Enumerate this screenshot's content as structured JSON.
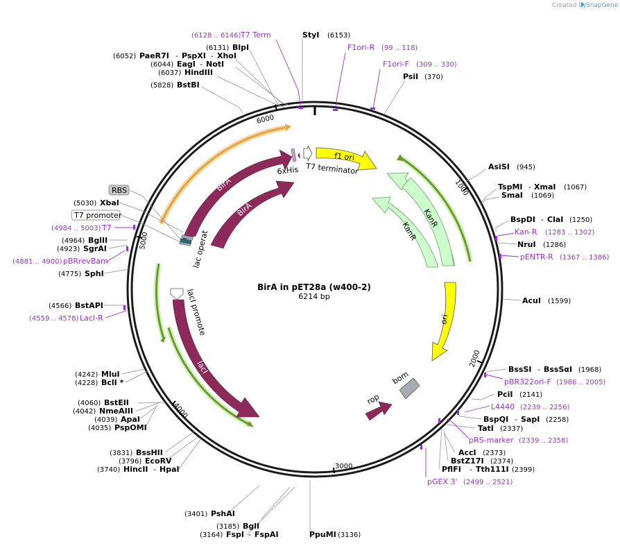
{
  "credit": {
    "created_by": "Created by",
    "brand": "SnapGene"
  },
  "plasmid": {
    "name": "BirA in pET28a (w400-2)",
    "size": "6214 bp",
    "length": 6214
  },
  "ticks": [
    "1000",
    "2000",
    "3000",
    "4000",
    "5000",
    "6000"
  ],
  "sites": [
    {
      "id": "styi",
      "name": "StyI",
      "pos": "(6153)",
      "bp": 6153
    },
    {
      "id": "blpi",
      "name": "BlpI",
      "pos": "(6131)",
      "bp": 6131
    },
    {
      "id": "paer7i",
      "name": "PaeR7I",
      "pos": "(6052)",
      "bp": 6052,
      "extra": [
        "PspXI",
        "XhoI"
      ]
    },
    {
      "id": "eagi",
      "name": "EagI",
      "pos": "(6044)",
      "bp": 6044,
      "extra": [
        "NotI"
      ]
    },
    {
      "id": "hindiii",
      "name": "HindIII",
      "pos": "(6037)",
      "bp": 6037
    },
    {
      "id": "bstbi",
      "name": "BstBI",
      "pos": "(5828)",
      "bp": 5828
    },
    {
      "id": "psii",
      "name": "PsiI",
      "pos": "(370)",
      "bp": 370
    },
    {
      "id": "asisi",
      "name": "AsiSI",
      "pos": "(945)",
      "bp": 945
    },
    {
      "id": "tspmi",
      "name": "TspMI",
      "pos": "(1067)",
      "bp": 1067,
      "extra": [
        "XmaI"
      ]
    },
    {
      "id": "smai",
      "name": "SmaI",
      "pos": "(1069)",
      "bp": 1069
    },
    {
      "id": "bspdi",
      "name": "BspDI",
      "pos": "(1250)",
      "bp": 1250,
      "extra": [
        "ClaI"
      ]
    },
    {
      "id": "nrui",
      "name": "NruI",
      "pos": "(1286)",
      "bp": 1286
    },
    {
      "id": "acui",
      "name": "AcuI",
      "pos": "(1599)",
      "bp": 1599
    },
    {
      "id": "bsssi",
      "name": "BssSI",
      "pos": "(1968)",
      "bp": 1968,
      "extra": [
        "BssSαI"
      ]
    },
    {
      "id": "pcii",
      "name": "PciI",
      "pos": "(2141)",
      "bp": 2141
    },
    {
      "id": "bspqi",
      "name": "BspQI",
      "pos": "(2258)",
      "bp": 2258,
      "extra": [
        "SapI"
      ]
    },
    {
      "id": "tati",
      "name": "TatI",
      "pos": "(2337)",
      "bp": 2337
    },
    {
      "id": "acci",
      "name": "AccI",
      "pos": "(2373)",
      "bp": 2373
    },
    {
      "id": "bstz17i",
      "name": "BstZ17I",
      "pos": "(2374)",
      "bp": 2374
    },
    {
      "id": "pflfi",
      "name": "PflFI",
      "pos": "(2399)",
      "bp": 2399,
      "extra": [
        "Tth111I"
      ]
    },
    {
      "id": "ppumi",
      "name": "PpuMI",
      "pos": "(3136)",
      "bp": 3136
    },
    {
      "id": "bgli",
      "name": "BglI",
      "pos": "(3185)",
      "bp": 3185
    },
    {
      "id": "fspi",
      "name": "FspI",
      "pos": "(3164)",
      "bp": 3164,
      "extra": [
        "FspAI"
      ]
    },
    {
      "id": "pshai",
      "name": "PshAI",
      "pos": "(3401)",
      "bp": 3401
    },
    {
      "id": "bsshii",
      "name": "BssHII",
      "pos": "(3831)",
      "bp": 3831
    },
    {
      "id": "ecorv",
      "name": "EcoRV",
      "pos": "(3796)",
      "bp": 3796
    },
    {
      "id": "hincii",
      "name": "HincII",
      "pos": "(3740)",
      "bp": 3740,
      "extra": [
        "HpaI"
      ]
    },
    {
      "id": "bsteii",
      "name": "BstEII",
      "pos": "(4060)",
      "bp": 4060
    },
    {
      "id": "nmeaiii",
      "name": "NmeAIII",
      "pos": "(4042)",
      "bp": 4042
    },
    {
      "id": "apai",
      "name": "ApaI",
      "pos": "(4039)",
      "bp": 4039
    },
    {
      "id": "pspomi",
      "name": "PspOMI",
      "pos": "(4035)",
      "bp": 4035
    },
    {
      "id": "mlui",
      "name": "MluI",
      "pos": "(4242)",
      "bp": 4242
    },
    {
      "id": "bcli",
      "name": "BclI *",
      "pos": "(4228)",
      "bp": 4228
    },
    {
      "id": "bstapi",
      "name": "BstAPI",
      "pos": "(4566)",
      "bp": 4566
    },
    {
      "id": "sphi",
      "name": "SphI",
      "pos": "(4775)",
      "bp": 4775
    },
    {
      "id": "bglii",
      "name": "BglII",
      "pos": "(4964)",
      "bp": 4964
    },
    {
      "id": "sgrai",
      "name": "SgrAI",
      "pos": "(4923)",
      "bp": 4923
    },
    {
      "id": "xbai",
      "name": "XbaI",
      "pos": "(5030)",
      "bp": 5030
    }
  ],
  "primers": [
    {
      "id": "t7term",
      "name": "T7 Term",
      "pos": "(6128 .. 6146)"
    },
    {
      "id": "f1orir",
      "name": "F1ori-R",
      "pos": "(99 .. 118)"
    },
    {
      "id": "f1orif",
      "name": "F1ori-F",
      "pos": "(309 .. 330)"
    },
    {
      "id": "kanr",
      "name": "Kan-R",
      "pos": "(1283 .. 1302)"
    },
    {
      "id": "pentrr",
      "name": "pENTR-R",
      "pos": "(1367 .. 1386)"
    },
    {
      "id": "pbr322orif",
      "name": "pBR322ori-F",
      "pos": "(1986 .. 2005)"
    },
    {
      "id": "l4440",
      "name": "L4440",
      "pos": "(2239 .. 2256)"
    },
    {
      "id": "prsmarker",
      "name": "pRS-marker",
      "pos": "(2339 .. 2358)"
    },
    {
      "id": "pgex3",
      "name": "pGEX 3'",
      "pos": "(2499 .. 2521)"
    },
    {
      "id": "t7",
      "name": "T7",
      "pos": "(4984 .. 5003)"
    },
    {
      "id": "pbrrevbam",
      "name": "pBRrevBam",
      "pos": "(4881 .. 4900)"
    },
    {
      "id": "lacir",
      "name": "LacI-R",
      "pos": "(4559 .. 4578)"
    }
  ],
  "features": {
    "f1_ori": "f1 ori",
    "t7_terminator": "T7 terminator",
    "sixxhis": "6xHis",
    "bira1": "BirA",
    "bira2": "BirA",
    "lac_operator": "lac operator",
    "kanr1": "KanR",
    "kanr2": "KanR",
    "ori": "ori",
    "bom": "bom",
    "rop": "rop",
    "laci_promoter": "lacI promoter",
    "laci": "lacI",
    "rbs": "RBS",
    "t7_promoter": "T7 promoter"
  },
  "colors": {
    "backbone": "#1a1a1a",
    "cds": "#8e2a5b",
    "ori": "#ffff00",
    "kanr": "#ccffcc",
    "primer": "#9b30d0",
    "bom": "#a8acb2",
    "orange": "#e8a33a",
    "green": "#6a9a2a"
  }
}
